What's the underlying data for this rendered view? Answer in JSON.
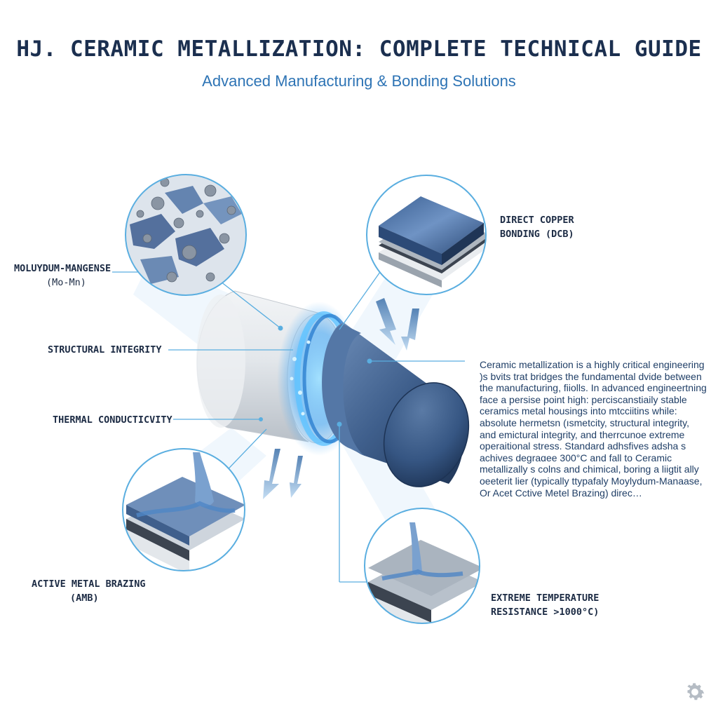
{
  "header": {
    "title": "HJ. CERAMIC METALLIZATION: COMPLETE TECHNICAL GUIDE",
    "subtitle": "Advanced Manufacturing & Bonding Solutions"
  },
  "labels": {
    "mo_mn": {
      "line1": "MOLUYDUM-MANGENSE",
      "line2": "(Mo-Mn)"
    },
    "dcb": {
      "line1": "DIRECT COPPER",
      "line2": "BONDING (DCB)"
    },
    "structural": "STRUCTURAL INTEGRITY",
    "thermal": "THERMAL CONDUCTICVITY",
    "amb": {
      "line1": "ACTIVE METAL BRAZING",
      "line2": "(AMB)"
    },
    "temp": {
      "line1": "EXTREME TEMPERATURE",
      "line2": "RESISTANCE >1000°C)"
    }
  },
  "description": "Ceramic metallization is a highly critical engineering )s bvits trat bridges the fundamental dvide between the manufacturing, fiiolls. In advanced engineertning face a persise point high: perciscanstiaily stable ceramics metal housings into mtcciitins while: absolute hermetsn (ısmetcity, structural integrity, and emictural integrity, and therrcunoe extreme operaitional stress. Standard adhsfives adsha s achives degraɑee 300°C and fall to Ceramic metallizally s colns and chimical, boring a liigtit ally oeeterit lier (typically ttypafaly Moylydum-Manaase, Or Acet Cctive Metel Brazing) direc…",
  "colors": {
    "title": "#1b2f4f",
    "subtitle": "#2e74b5",
    "metal": "#3d5f8f",
    "ceramic": "#d9dde2",
    "glow": "#4fb0ff",
    "callout": "#5aaee0"
  },
  "icons": {
    "settings": "gear-icon"
  }
}
